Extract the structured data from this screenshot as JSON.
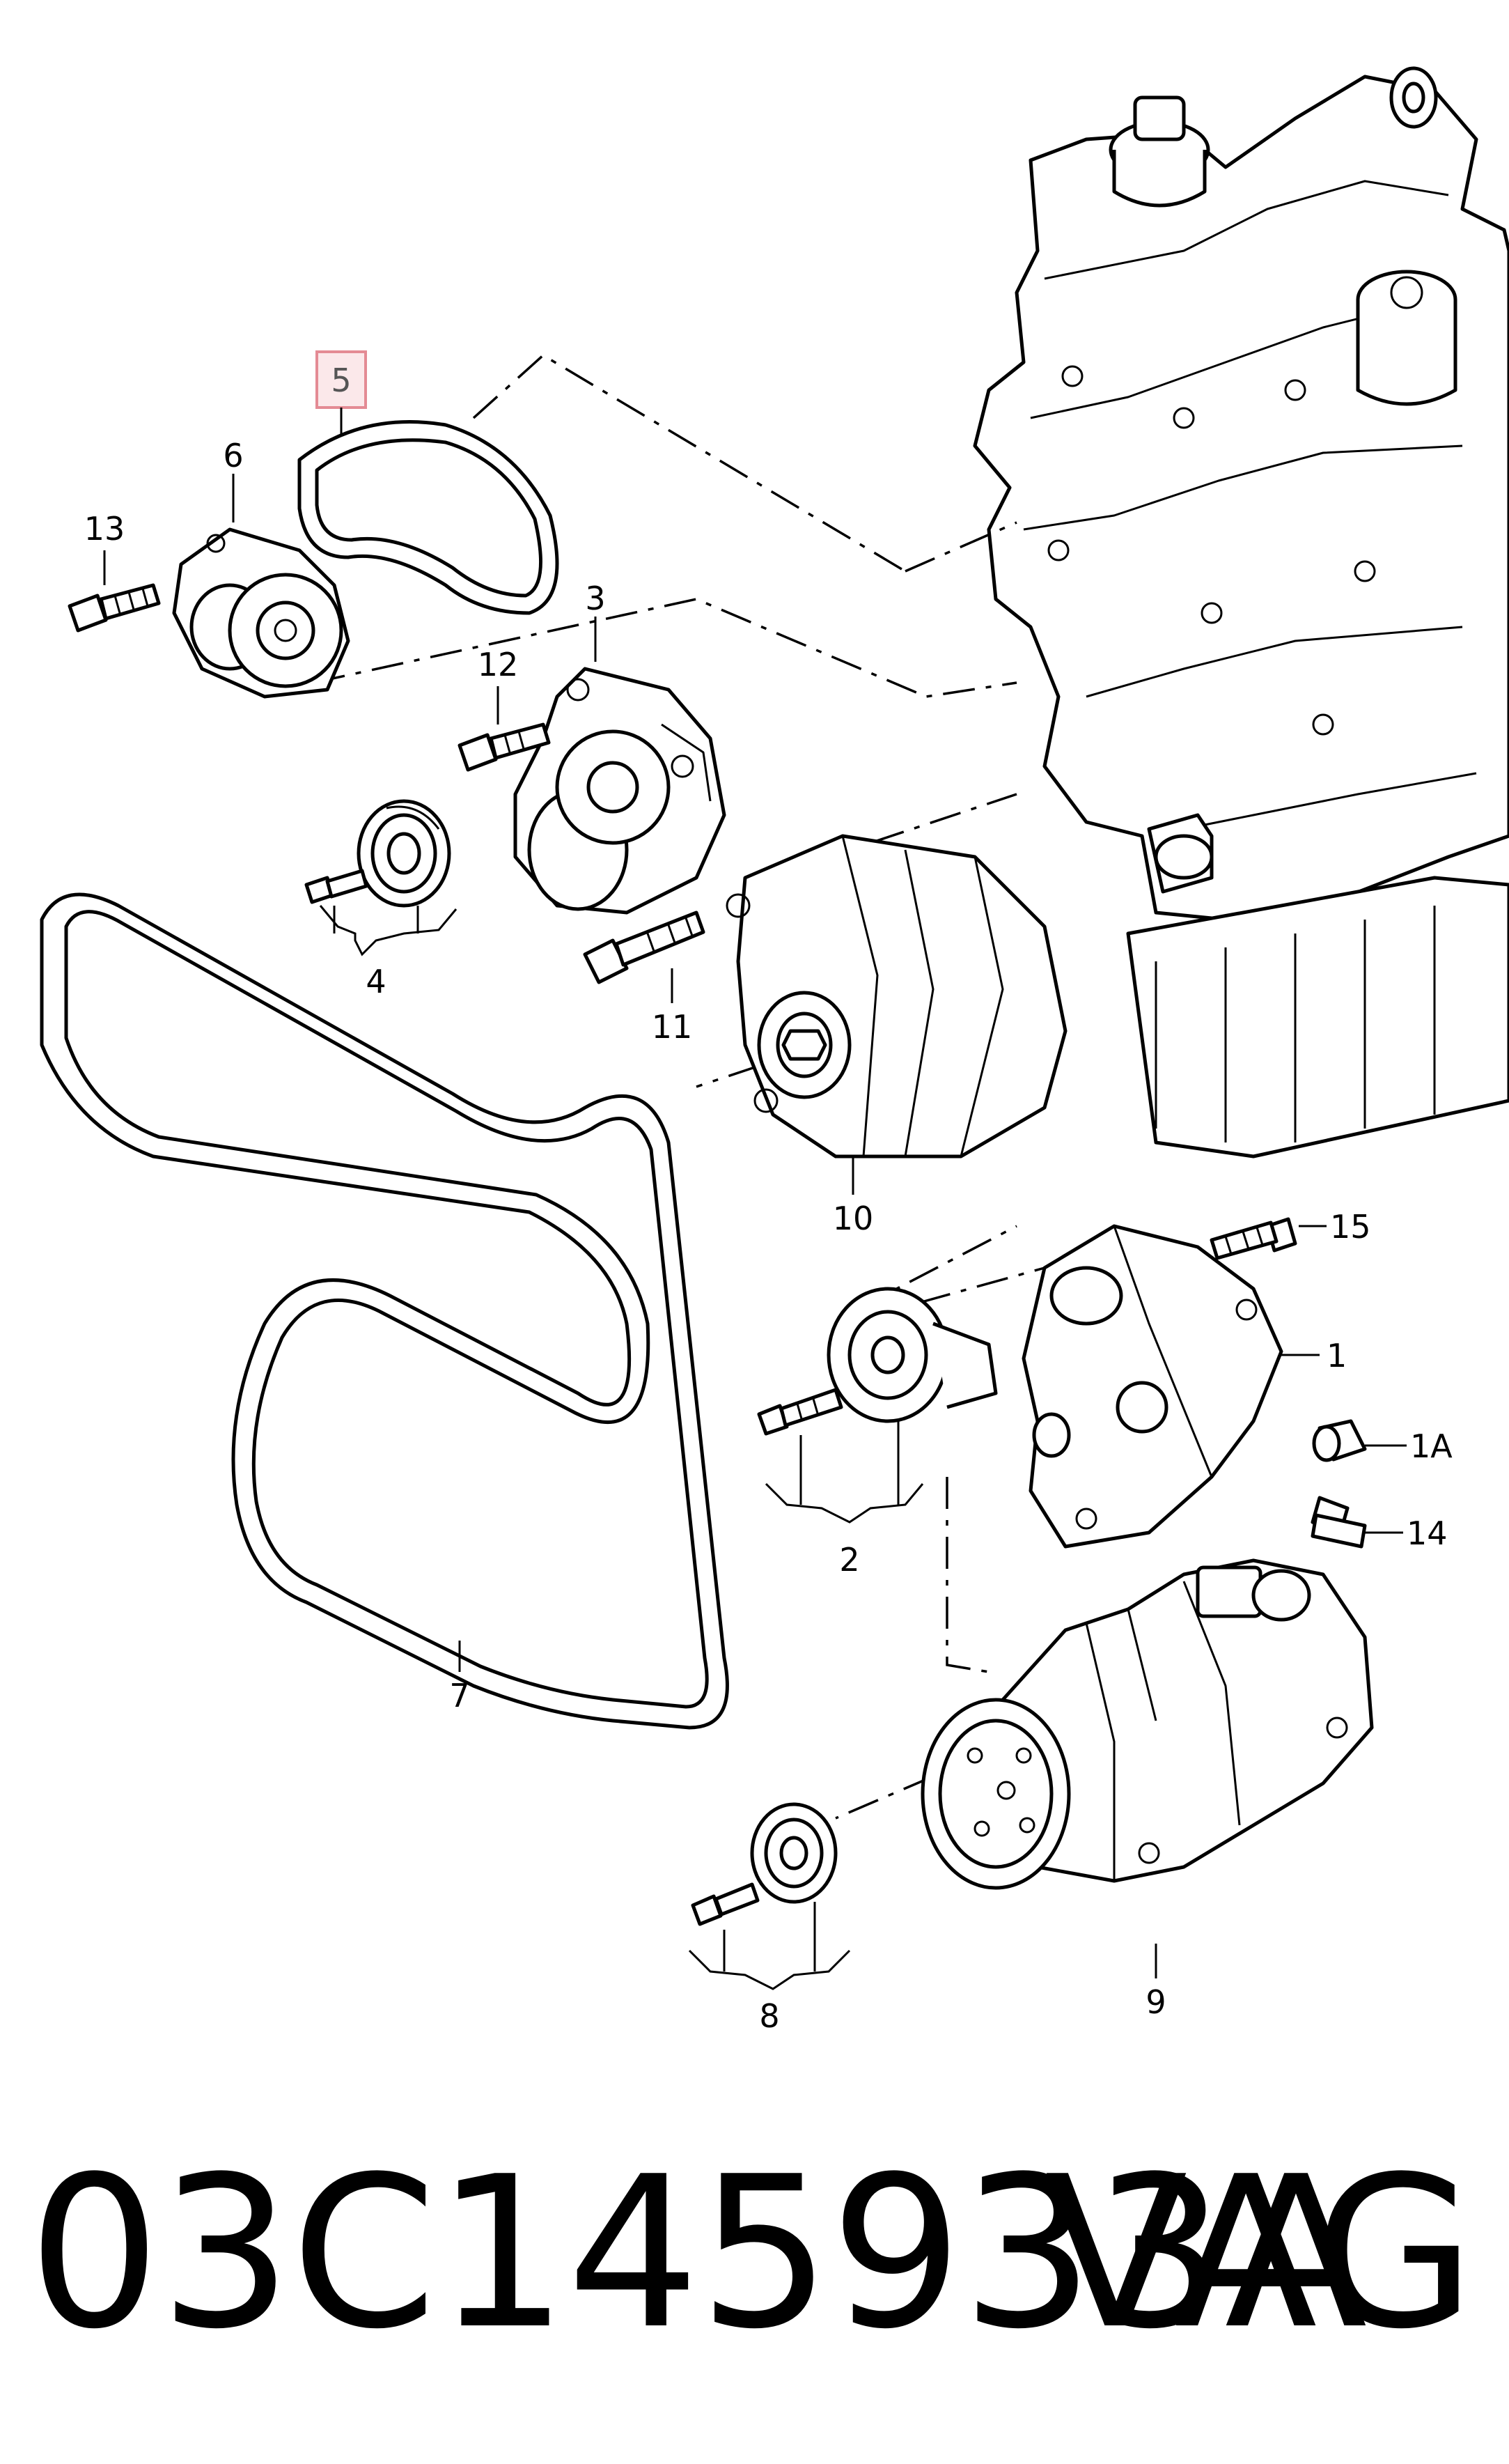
{
  "diagram": {
    "labels": {
      "l1": "1",
      "l1a": "1A",
      "l2": "2",
      "l3": "3",
      "l4": "4",
      "l5": "5",
      "l6": "6",
      "l7": "7",
      "l8": "8",
      "l9": "9",
      "l10": "10",
      "l11": "11",
      "l12": "12",
      "l13": "13",
      "l14": "14",
      "l15": "15"
    },
    "highlighted_part": "5",
    "highlight_colors": {
      "fill": "#fbe8ea",
      "stroke": "#e48b94"
    }
  },
  "footer": {
    "part_number": "03C145933A",
    "brand": "VAG"
  }
}
